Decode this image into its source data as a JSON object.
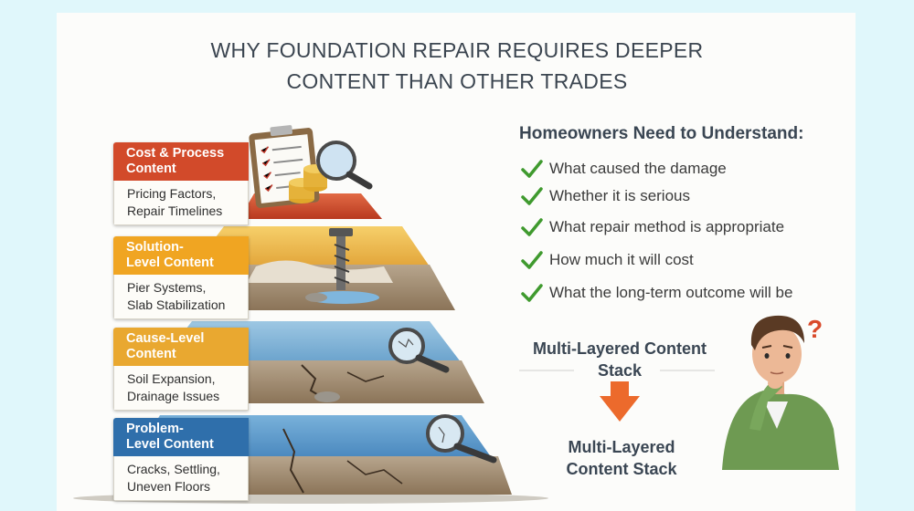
{
  "title": {
    "line1": "WHY FOUNDATION REPAIR REQUIRES DEEPER",
    "line2": "CONTENT THAN OTHER TRADES"
  },
  "pyramid": {
    "levels": [
      {
        "heading": "Cost & Process Content",
        "heading_lines": [
          "Cost & Process",
          "Content"
        ],
        "body_lines": [
          "Pricing Factors,",
          "Repair Timelines"
        ],
        "color": "#d24a2a"
      },
      {
        "heading": "Solution-Level Content",
        "heading_lines": [
          "Solution-",
          "Level Content"
        ],
        "body_lines": [
          "Pier Systems,",
          "Slab Stabilization"
        ],
        "color": "#f0a522"
      },
      {
        "heading": "Cause-Level Content",
        "heading_lines": [
          "Cause-Level",
          "Content"
        ],
        "body_lines": [
          "Soil Expansion,",
          "Drainage Issues"
        ],
        "color": "#e9a830"
      },
      {
        "heading": "Problem-Level Content",
        "heading_lines": [
          "Problem-",
          "Level Content"
        ],
        "body_lines": [
          "Cracks, Settling,",
          "Uneven Floors"
        ],
        "color": "#2f6fab"
      }
    ]
  },
  "homeowners": {
    "heading": "Homeowners Need to Understand:",
    "items": [
      "What caused the damage",
      "Whether it is serious",
      "What repair method is appropriate",
      "How much it will cost",
      "What the long-term outcome will be"
    ],
    "check_color": "#3f9a2e"
  },
  "stack": {
    "top_lines": [
      "Multi-Layered Content",
      "Stack"
    ],
    "bottom_lines": [
      "Multi-Layered",
      "Content Stack"
    ],
    "arrow_color": "#ec6a2c"
  },
  "person": {
    "question_mark": "?"
  }
}
